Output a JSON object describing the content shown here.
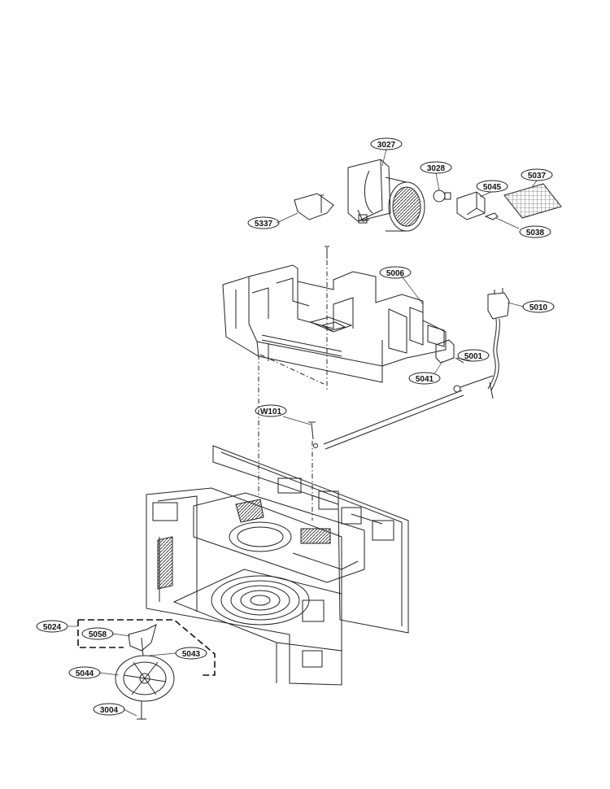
{
  "parts": [
    {
      "id": "3027",
      "name": "blower-motor"
    },
    {
      "id": "3028",
      "name": "lamp"
    },
    {
      "id": "5045",
      "name": "lamp-socket"
    },
    {
      "id": "5037",
      "name": "filter"
    },
    {
      "id": "5038",
      "name": "connector"
    },
    {
      "id": "5337",
      "name": "plate"
    },
    {
      "id": "5006",
      "name": "bracket-assembly"
    },
    {
      "id": "5010",
      "name": "power-cord"
    },
    {
      "id": "5001",
      "name": "ground-screw"
    },
    {
      "id": "5041",
      "name": "switch"
    },
    {
      "id": "W101",
      "name": "screw"
    },
    {
      "id": "5024",
      "name": "stirrer-assembly"
    },
    {
      "id": "5058",
      "name": "stirrer-blade"
    },
    {
      "id": "5043",
      "name": "stirrer-shaft"
    },
    {
      "id": "5044",
      "name": "stirrer-cover"
    },
    {
      "id": "3004",
      "name": "stirrer-motor-screw"
    }
  ]
}
